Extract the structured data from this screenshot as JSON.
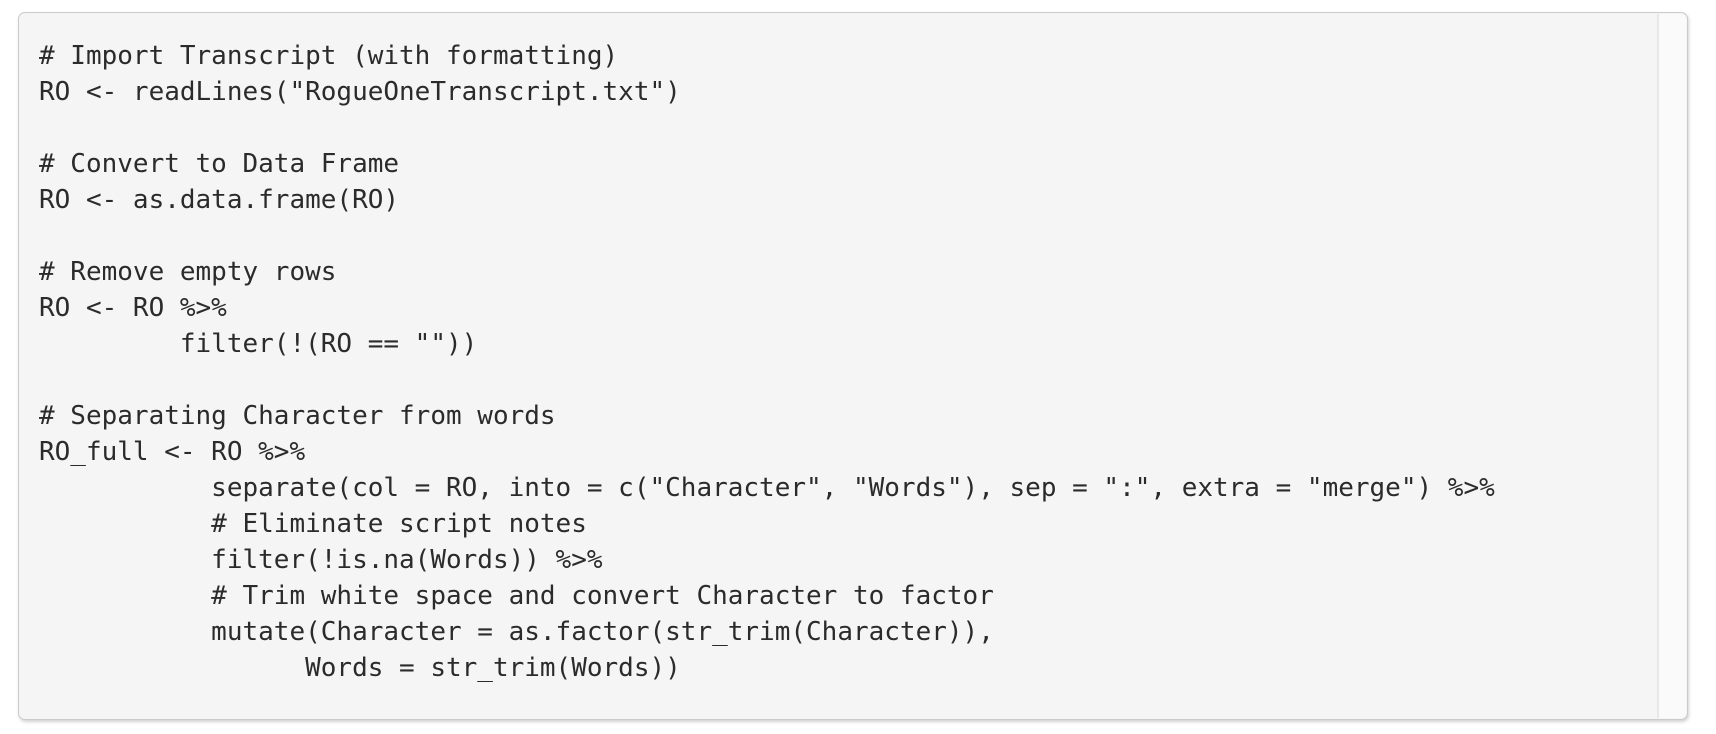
{
  "code_chunk": {
    "lines": [
      "# Import Transcript (with formatting)",
      "RO <- readLines(\"RogueOneTranscript.txt\")",
      "",
      "# Convert to Data Frame",
      "RO <- as.data.frame(RO)",
      "",
      "# Remove empty rows",
      "RO <- RO %>%",
      "         filter(!(RO == \"\"))",
      "",
      "# Separating Character from words",
      "RO_full <- RO %>%",
      "           separate(col = RO, into = c(\"Character\", \"Words\"), sep = \":\", extra = \"merge\") %>%",
      "           # Eliminate script notes",
      "           filter(!is.na(Words)) %>%",
      "           # Trim white space and convert Character to factor",
      "           mutate(Character = as.factor(str_trim(Character)),",
      "                 Words = str_trim(Words))"
    ]
  },
  "colors": {
    "page_bg": "#ffffff",
    "chunk_bg": "#f5f5f5",
    "chunk_border": "#cbcbcb",
    "code_text": "#2b2b2b",
    "scroll_track_bg": "#fafafa",
    "scroll_track_border": "#e8e8e8"
  }
}
